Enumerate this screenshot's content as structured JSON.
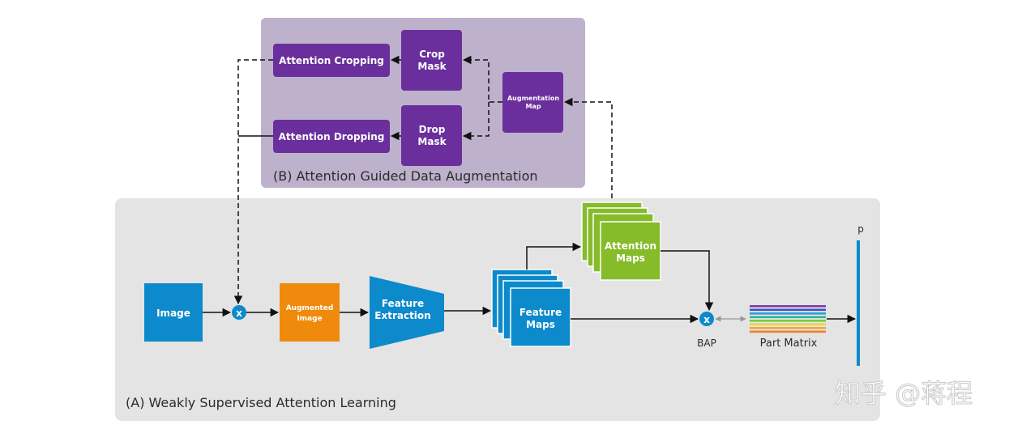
{
  "panels": {
    "a_title": "(A) Weakly Supervised Attention Learning",
    "b_title": "(B) Attention Guided Data Augmentation"
  },
  "blocks": {
    "image": "Image",
    "augmented_image": [
      "Augmented",
      "Image"
    ],
    "feature_extraction": [
      "Feature",
      "Extraction"
    ],
    "feature_maps": [
      "Feature",
      "Maps"
    ],
    "attention_maps": [
      "Attention",
      "Maps"
    ],
    "bap": "BAP",
    "part_matrix": "Part Matrix",
    "p_label": "p",
    "multiply_symbol": "x",
    "attention_cropping": "Attention Cropping",
    "attention_dropping": "Attention Dropping",
    "crop_mask": [
      "Crop",
      "Mask"
    ],
    "drop_mask": [
      "Drop",
      "Mask"
    ],
    "augmentation_map": [
      "Augmentation",
      "Map"
    ]
  },
  "watermark": "知乎 @蒋程",
  "colors": {
    "panel_a_bg": "#e4e4e4",
    "panel_b_bg": "#bdb1cc",
    "blue_block": "#0d8acb",
    "orange_block": "#ef8a0c",
    "green_block": "#86bb2a",
    "purple_block": "#6a2f9c",
    "part_matrix_stripes": [
      "#7b3fa6",
      "#3b4fc7",
      "#2a9be0",
      "#2fb88a",
      "#7ac943",
      "#e8d63a",
      "#f4a63a",
      "#f07f2b"
    ]
  }
}
